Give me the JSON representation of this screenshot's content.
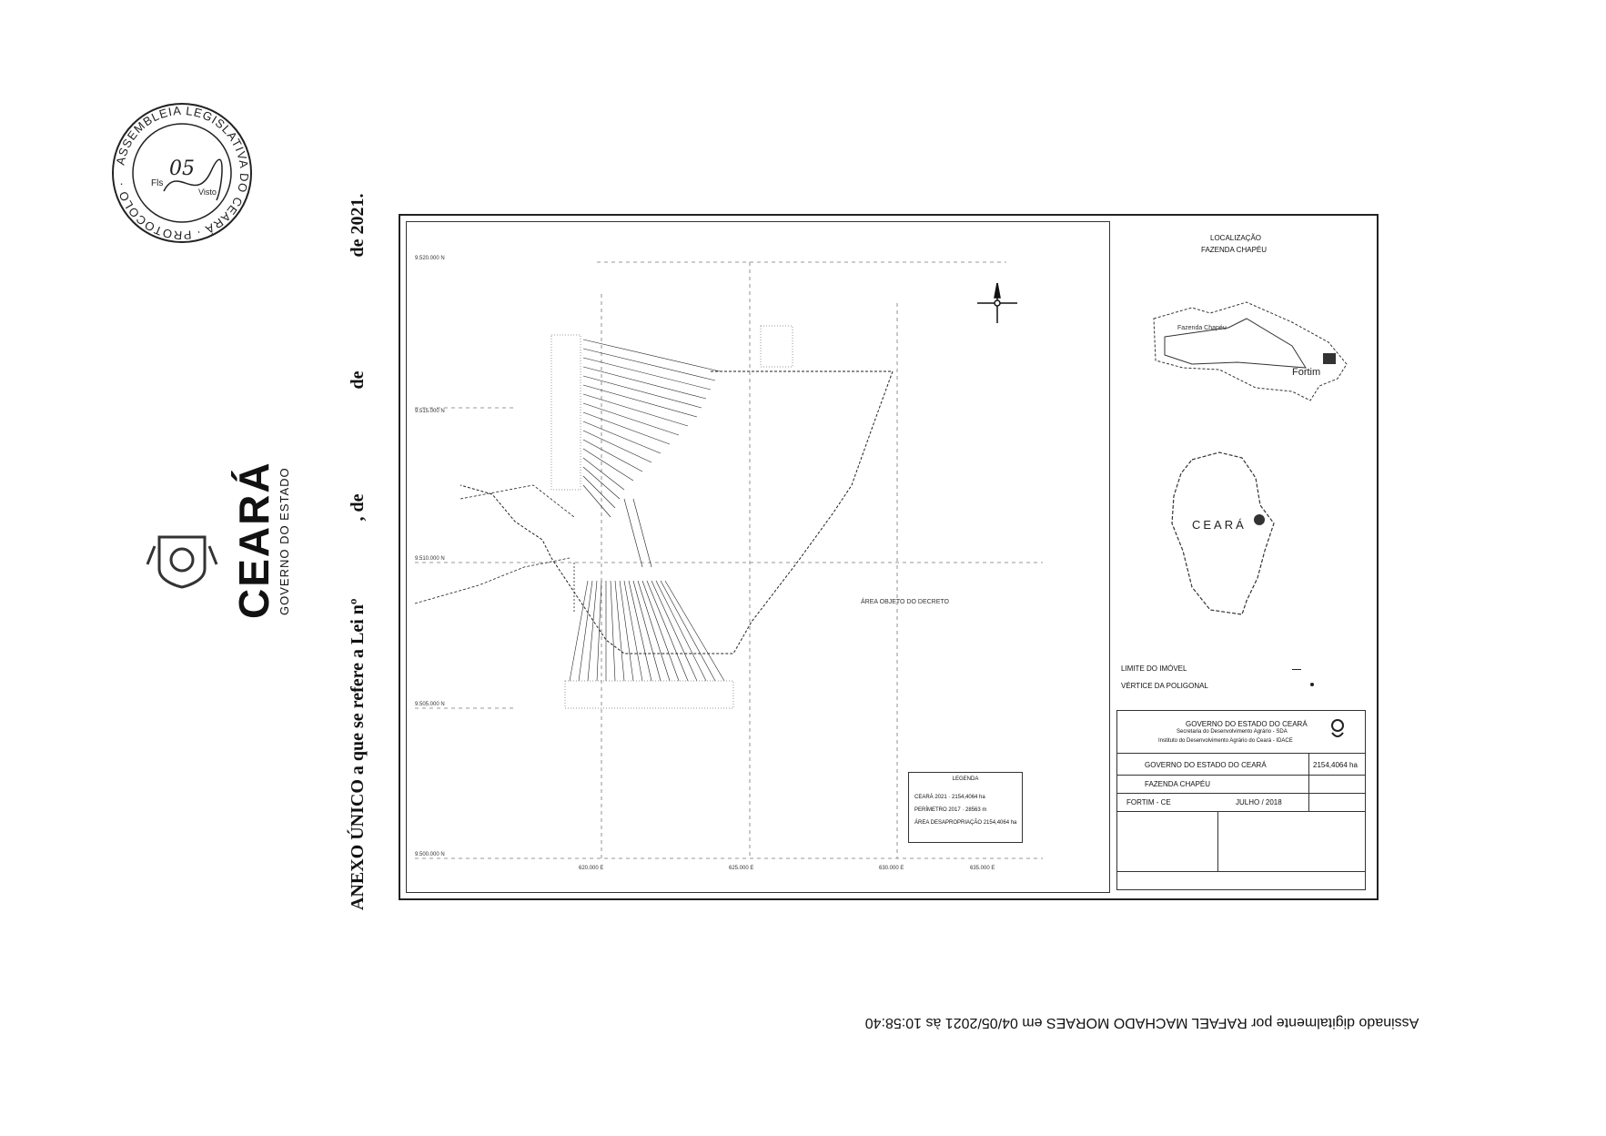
{
  "seal": {
    "ring_text": "ASSEMBLEIA LEGISLATIVA DO CEARÁ · PROTOCOLO ·",
    "fls_label": "Fls",
    "number": "05",
    "visto_label": "Visto"
  },
  "logo": {
    "name": "CEARÁ",
    "subtitle": "GOVERNO DO ESTADO"
  },
  "title": {
    "part1": "ANEXO ÚNICO a que se refere a Lei nº",
    "part2": ", de",
    "part3": "de",
    "part4": "de 2021."
  },
  "signature_line": "Assinado digitalmente por RAFAEL MACHADO MORAES em 04/05/2021 às 10:58:40",
  "location_panel": {
    "title": "LOCALIZAÇÃO",
    "subtitle": "FAZENDA CHAPÉU",
    "municipality_label": "Fortim",
    "state_label": "CEARÁ",
    "inset_farm_label": "Fazenda Chapéu"
  },
  "map_legend": {
    "title": "LEGENDA",
    "items": [
      "CEARÁ 2021 · 2154,4064 ha",
      "PERÍMETRO 2017 · 28563 m",
      "ÁREA DESAPROPRIAÇÃO 2154,4064 ha"
    ]
  },
  "map_annotation": "ÁREA OBJETO DO DECRETO",
  "side_legend": [
    {
      "label": "LIMITE DO IMÓVEL",
      "symbol": "line"
    },
    {
      "label": "VÉRTICE DA POLIGONAL",
      "symbol": "dot"
    }
  ],
  "title_block": {
    "header1": "GOVERNO DO ESTADO DO CEARÁ",
    "header2": "Secretaria do Desenvolvimento Agrário - SDA",
    "header3": "Instituto do Desenvolvimento Agrário do Ceará - IDACE",
    "owner": "GOVERNO DO ESTADO DO CEARÁ",
    "area": "2154,4064 ha",
    "property": "FAZENDA CHAPÉU",
    "municipality": "FORTIM - CE",
    "date": "JULHO / 2018"
  },
  "coordinates": {
    "north_labels": [
      "9.520.000 N",
      "9.515.000 N",
      "9.510.000 N",
      "9.505.000 N",
      "9.500.000 N"
    ],
    "east_labels": [
      "620.000 E",
      "625.000 E",
      "630.000 E",
      "635.000 E"
    ]
  }
}
